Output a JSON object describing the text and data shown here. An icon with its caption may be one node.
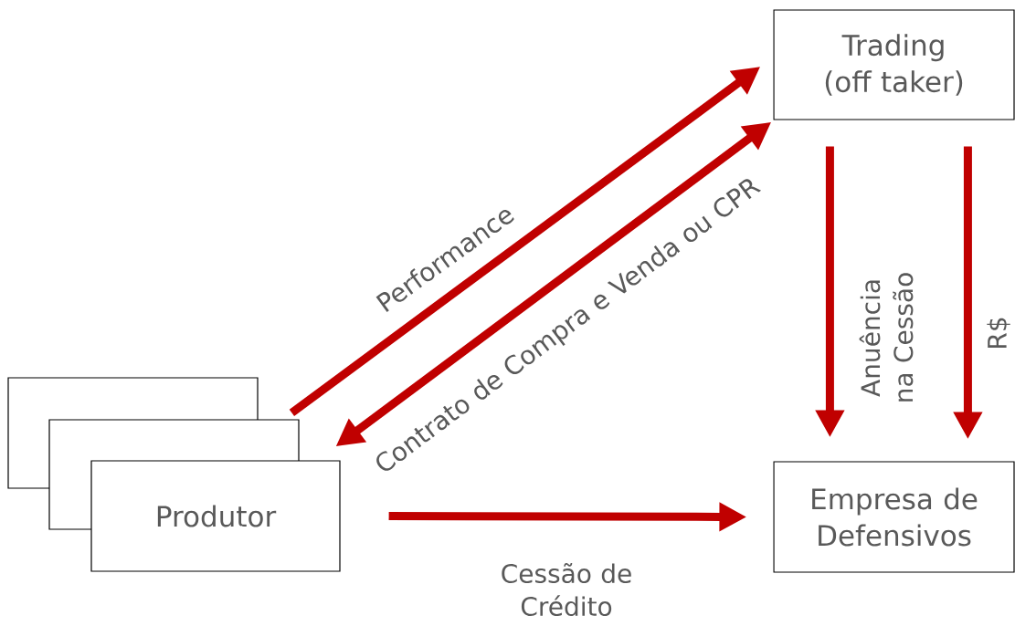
{
  "diagram": {
    "nodes": [
      {
        "text": [
          "Trading (off taker)"
        ]
      },
      {
        "text": [
          "Produtor"
        ]
      },
      {
        "text": [
          "Empresa de Defensivos"
        ]
      }
    ],
    "edges": [
      {
        "from": 1,
        "to": 0,
        "arrow": "to",
        "label": "Performance"
      },
      {
        "from": 0,
        "to": 1,
        "arrow": "both",
        "label": "Contrato de Compra e Venda ou CPR"
      },
      {
        "from": 0,
        "to": 2,
        "arrow": "to",
        "label": "Anuência na Cessão"
      },
      {
        "from": 0,
        "to": 2,
        "arrow": "to",
        "label": "R$"
      },
      {
        "from": 1,
        "to": 2,
        "arrow": "to",
        "label": "Cessão de Crédito"
      }
    ]
  }
}
